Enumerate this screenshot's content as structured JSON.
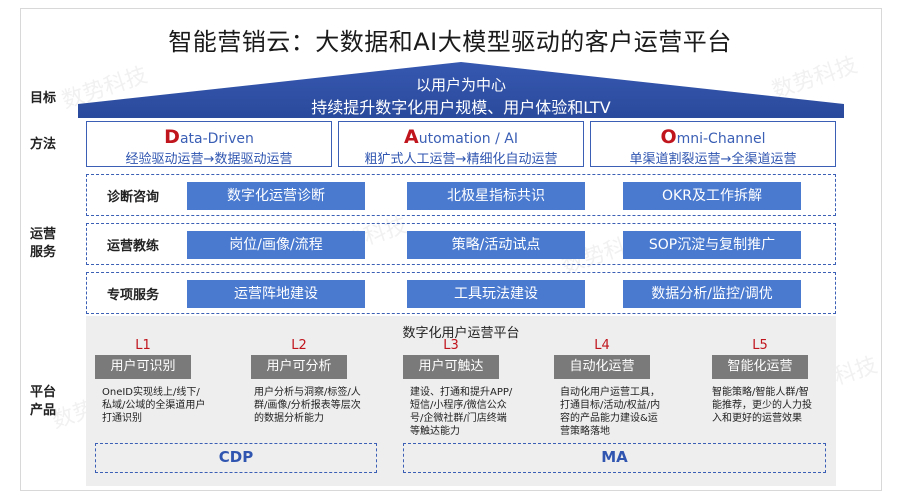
{
  "title": "智能营销云：大数据和AI大模型驱动的客户运营平台",
  "row_labels": {
    "goal": "目标",
    "method": "方法",
    "service_1": "运营",
    "service_2": "服务",
    "platform_1": "平台",
    "platform_2": "产品"
  },
  "goal": {
    "line1": "以用户为中心",
    "line2": "持续提升数字化用户规模、用户体验和LTV"
  },
  "methods": [
    {
      "initial": "D",
      "rest": "ata-Driven",
      "sub": "经验驱动运营→数据驱动运营"
    },
    {
      "initial": "A",
      "rest": "utomation / AI",
      "sub": "粗犷式人工运营→精细化自动运营"
    },
    {
      "initial": "O",
      "rest": "mni-Channel",
      "sub": "单渠道割裂运营→全渠道运营"
    }
  ],
  "services": [
    {
      "label": "诊断咨询",
      "items": [
        "数字化运营诊断",
        "北极星指标共识",
        "OKR及工作拆解"
      ]
    },
    {
      "label": "运营教练",
      "items": [
        "岗位/画像/流程",
        "策略/活动试点",
        "SOP沉淀与复制推广"
      ]
    },
    {
      "label": "专项服务",
      "items": [
        "运营阵地建设",
        "工具玩法建设",
        "数据分析/监控/调优"
      ]
    }
  ],
  "platform": {
    "title": "数字化用户运营平台",
    "levels": [
      {
        "level": "L1",
        "name": "用户可识别",
        "desc": [
          "OneID实现线上/线下/",
          "私域/公域的全渠道用户",
          "打通识别"
        ]
      },
      {
        "level": "L2",
        "name": "用户可分析",
        "desc": [
          "用户分析与洞察/标签/人",
          "群/画像/分析报表等层次",
          "的数据分析能力"
        ]
      },
      {
        "level": "L3",
        "name": "用户可触达",
        "desc": [
          "建设、打通和提升APP/",
          "短信/小程序/微信公众",
          "号/企微社群/门店终端",
          "等触达能力"
        ]
      },
      {
        "level": "L4",
        "name": "自动化运营",
        "desc": [
          "自动化用户运营工具，",
          "打通目标/活动/权益/内",
          "容的产品能力建设&运",
          "营策略落地"
        ]
      },
      {
        "level": "L5",
        "name": "智能化运营",
        "desc": [
          "智能策略/智能人群/智",
          "能推荐，更少的人力投",
          "入和更好的运营效果"
        ]
      }
    ],
    "bases": [
      "CDP",
      "MA"
    ]
  },
  "watermark": "数势科技",
  "colors": {
    "primary_blue": "#3b5fb5",
    "box_blue": "#4a7ad0",
    "accent_red": "#c0151d",
    "level_gray": "#7a7a7a"
  }
}
